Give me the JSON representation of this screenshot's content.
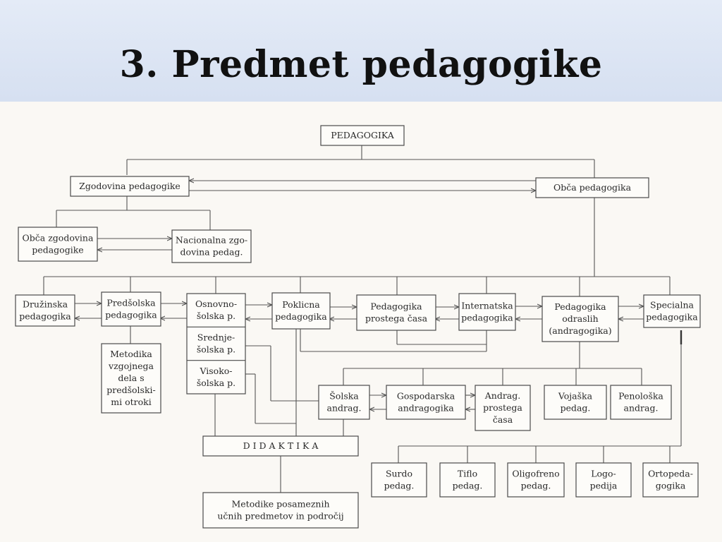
{
  "title": "3. Predmet pedagogike",
  "nodes": {
    "pedagogika": [
      "PEDAGOGIKA"
    ],
    "zgodovina": [
      "Zgodovina pedagogike"
    ],
    "obca": [
      "Obča pedagogika"
    ],
    "obca_zgod": [
      "Obča zgodovina",
      "pedagogike"
    ],
    "nacionalna": [
      "Nacionalna zgo-",
      "dovina pedag."
    ],
    "druzinska": [
      "Družinska",
      "pedagogika"
    ],
    "predsolska": [
      "Predšolska",
      "pedagogika"
    ],
    "osnovno": [
      "Osnovno-",
      "šolska p."
    ],
    "srednje": [
      "Srednje-",
      "šolska p."
    ],
    "visoko": [
      "Visoko-",
      "šolska p."
    ],
    "poklicna": [
      "Poklicna",
      "pedagogika"
    ],
    "prosti": [
      "Pedagogika",
      "prostega časa"
    ],
    "internatska": [
      "Internatska",
      "pedagogika"
    ],
    "odraslih": [
      "Pedagogika",
      "odraslih",
      "(andragogika)"
    ],
    "specialna": [
      "Specialna",
      "pedagogika"
    ],
    "metodika": [
      "Metodika",
      "vzgojnega",
      "dela s",
      "predšolski-",
      "mi otroki"
    ],
    "solska_andr": [
      "Šolska",
      "andrag."
    ],
    "gospodarska": [
      "Gospodarska",
      "andragogika"
    ],
    "andrag_prosti": [
      "Andrag.",
      "prostega",
      "časa"
    ],
    "vojaska": [
      "Vojaška",
      "pedag."
    ],
    "penoloska": [
      "Penološka",
      "andrag."
    ],
    "didaktika": [
      "D I D A K T I K A"
    ],
    "metodike": [
      "Metodike posameznih",
      "učnih predmetov in področij"
    ],
    "surdo": [
      "Surdo",
      "pedag."
    ],
    "tiflo": [
      "Tiflo",
      "pedag."
    ],
    "oligofreno": [
      "Oligofreno",
      "pedag."
    ],
    "logo": [
      "Logo-",
      "pedija"
    ],
    "ortopeda": [
      "Ortopeda-",
      "gogika"
    ]
  }
}
